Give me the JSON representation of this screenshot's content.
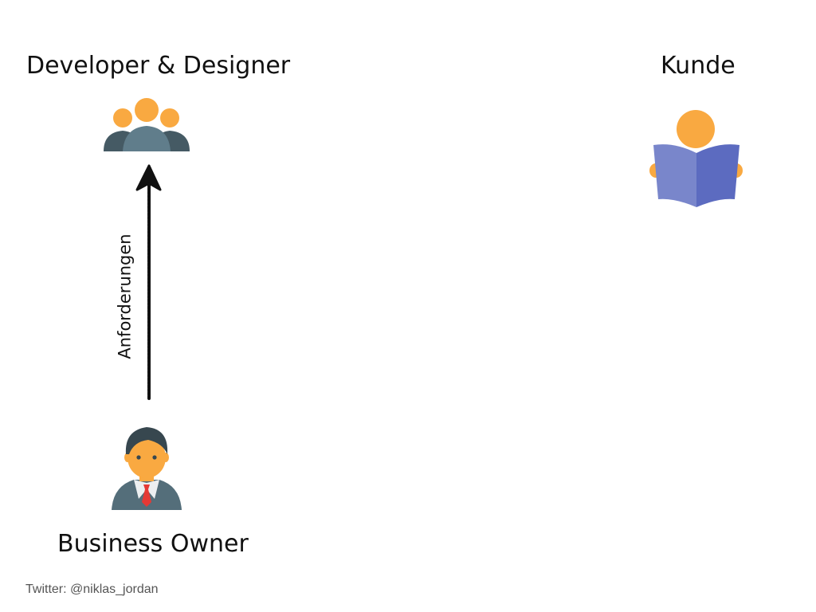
{
  "diagram": {
    "developer_designer_label": "Developer & Designer",
    "customer_label": "Kunde",
    "business_owner_label": "Business Owner",
    "arrow_label": "Anforderungen",
    "footer_text": "Twitter: @niklas_jordan"
  },
  "icons": {
    "team": "team-icon",
    "reader": "customer-reading-icon",
    "owner": "business-owner-icon",
    "arrow": "up-arrow-icon"
  },
  "colors": {
    "orange": "#F9A941",
    "slate": "#546E7A",
    "book_light": "#7986CB",
    "book_dark": "#5C6BC0",
    "tie": "#E53935",
    "hair": "#37474F"
  }
}
